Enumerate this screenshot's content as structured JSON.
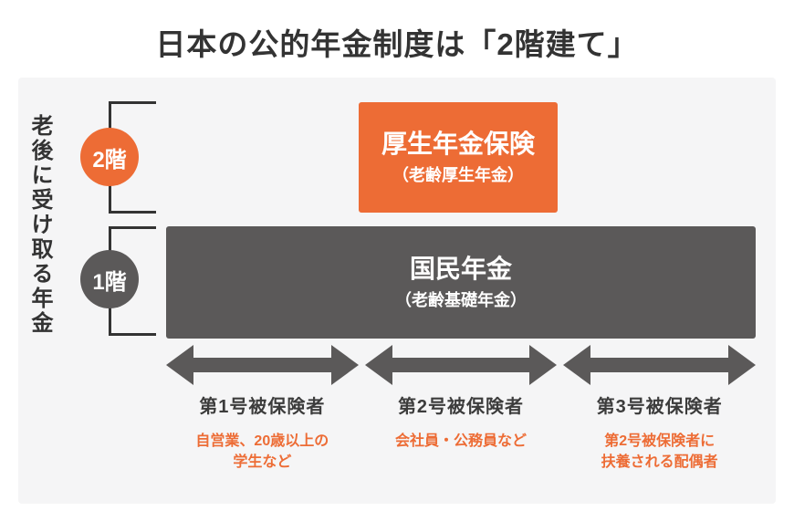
{
  "title": "日本の公的年金制度は「2階建て」",
  "side_label": "老後に受け取る年金",
  "tier2": {
    "badge": "2階",
    "box_title": "厚生年金保険",
    "box_subtitle": "（老齢厚生年金）"
  },
  "tier1": {
    "badge": "1階",
    "box_title": "国民年金",
    "box_subtitle": "（老齢基礎年金）"
  },
  "categories": [
    {
      "label": "第1号被保険者",
      "desc_lines": [
        "自営業、20歳以上の",
        "学生など"
      ]
    },
    {
      "label": "第2号被保険者",
      "desc_lines": [
        "会社員・公務員など",
        ""
      ]
    },
    {
      "label": "第3号被保険者",
      "desc_lines": [
        "第2号被保険者に",
        "扶養される配偶者"
      ]
    }
  ],
  "colors": {
    "accent_orange": "#ed6c35",
    "box_gray": "#5b5959",
    "panel_background": "#f5f5f6",
    "text_dark": "#333333"
  }
}
